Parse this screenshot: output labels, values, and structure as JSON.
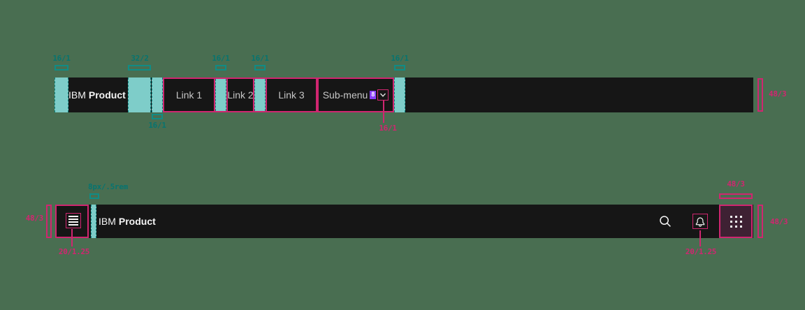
{
  "colors": {
    "background": "#496e51",
    "header_bg": "#161616",
    "magenta_annotation": "#d02670",
    "teal_fill": "#7ecdc9",
    "teal_annotation": "#077470",
    "purple_badge": "#8a3ffc",
    "switcher_highlight_bg": "#3e2133",
    "link_text": "#c6c6c6",
    "brand_text": "#f4f4f4"
  },
  "header_nav": {
    "brand_prefix": "IBM",
    "brand_name": "Product",
    "link1": "Link 1",
    "link2": "Link 2",
    "link3": "Link 3",
    "submenu_label": "Sub-menu",
    "submenu_badge": "8",
    "annotations": {
      "pad_left": "16/1",
      "gap_after_brand": "32/2",
      "gap_link1_link2": "16/1",
      "gap_link2_link3": "16/1",
      "pad_right": "16/1",
      "gap_below_brand": "16/1",
      "chevron_gap": "16/1",
      "bar_height": "48/3"
    }
  },
  "header_global": {
    "brand_prefix": "IBM",
    "brand_name": "Product",
    "annotations": {
      "bar_height_left": "48/3",
      "menu_icon_size": "20/1.25",
      "brand_gap": "8px/.5rem",
      "bell_icon_size": "20/1.25",
      "switcher_width": "48/3",
      "bar_height_right": "48/3"
    }
  },
  "icons": {
    "chevron": "chevron-down-icon",
    "menu": "hamburger-menu-icon",
    "search": "search-icon",
    "notifications": "bell-icon",
    "app_switcher": "grid-switcher-icon"
  }
}
